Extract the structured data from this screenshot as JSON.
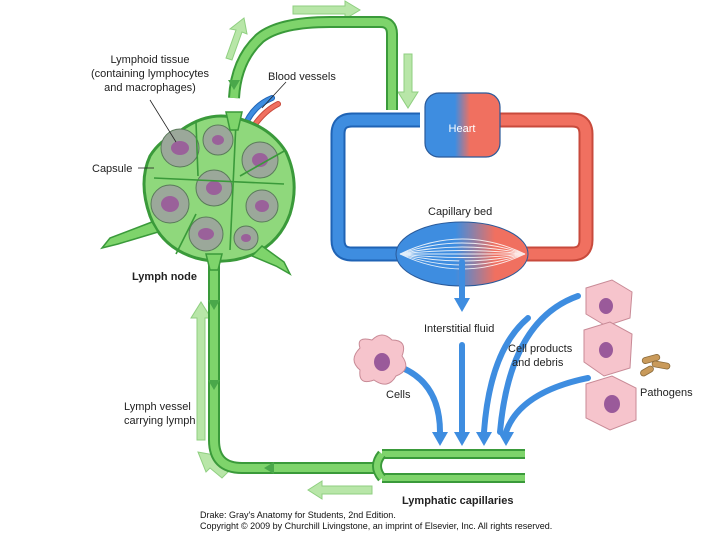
{
  "labels": {
    "lymphoid_tissue": [
      "Lymphoid tissue",
      "(containing lymphocytes",
      "and macrophages)"
    ],
    "blood_vessels": "Blood vessels",
    "capsule": "Capsule",
    "lymph_node": "Lymph node",
    "heart": "Heart",
    "capillary_bed": "Capillary bed",
    "interstitial_fluid": "Interstitial fluid",
    "cell_products": [
      "Cell products",
      "and debris"
    ],
    "cells": "Cells",
    "pathogens": "Pathogens",
    "lymph_vessel": [
      "Lymph vessel",
      "carrying lymph"
    ],
    "lymphatic_capillaries": "Lymphatic capillaries"
  },
  "credit": {
    "line1": "Drake: Gray's Anatomy for Students, 2nd Edition.",
    "line2": "Copyright © 2009 by Churchill Livingstone, an imprint of Elsevier, Inc. All rights reserved."
  },
  "colors": {
    "lymph_green": "#7ed46b",
    "lymph_dark": "#3a9a3a",
    "blood_blue": "#3e8de0",
    "blood_red": "#f07060",
    "arrow_green": "#b8e6a8",
    "cell_pink": "#f6c4cc",
    "nucleus": "#9a5a9a"
  }
}
